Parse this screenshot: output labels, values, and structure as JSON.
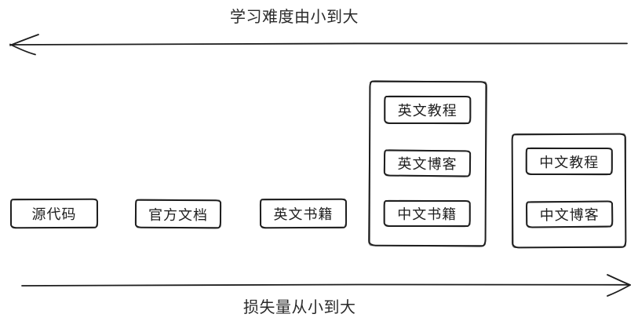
{
  "axes": {
    "difficulty": {
      "label": "学习难度由小到大",
      "arrow_direction": "left"
    },
    "loss": {
      "label": "损失量从小到大",
      "arrow_direction": "right"
    }
  },
  "nodes": {
    "standalone": [
      {
        "id": "source-code",
        "label": "源代码"
      },
      {
        "id": "official-docs",
        "label": "官方文档"
      },
      {
        "id": "english-books",
        "label": "英文书籍"
      }
    ],
    "groups": [
      {
        "id": "group-english-resources",
        "items": [
          {
            "id": "english-tutorials",
            "label": "英文教程"
          },
          {
            "id": "english-blogs",
            "label": "英文博客"
          },
          {
            "id": "chinese-books",
            "label": "中文书籍"
          }
        ]
      },
      {
        "id": "group-chinese-resources",
        "items": [
          {
            "id": "chinese-tutorials",
            "label": "中文教程"
          },
          {
            "id": "chinese-blogs",
            "label": "中文博客"
          }
        ]
      }
    ]
  },
  "colors": {
    "stroke": "#1e1e1e",
    "background": "#ffffff",
    "text": "#2a2a2a"
  }
}
